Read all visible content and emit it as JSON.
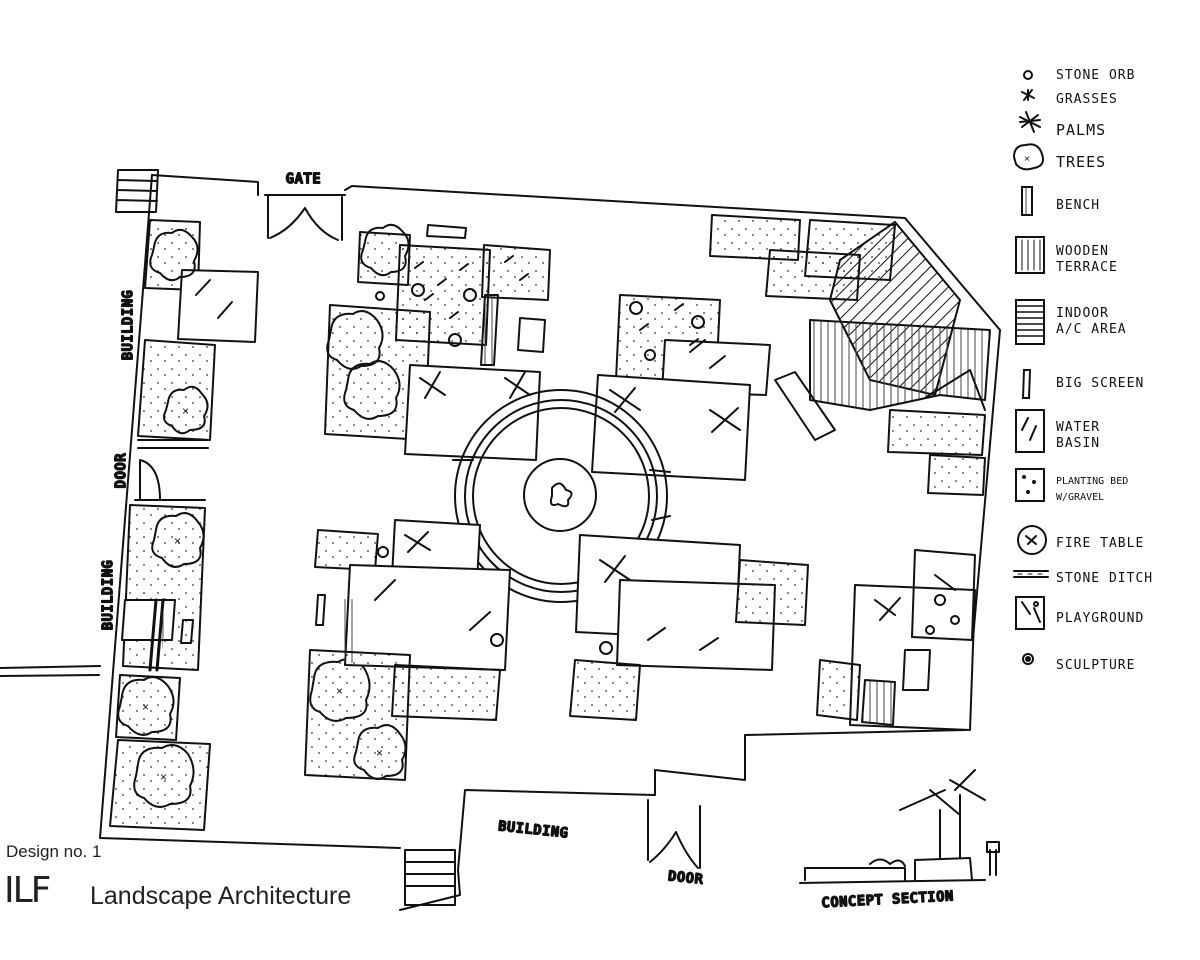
{
  "labels": {
    "gate": "GATE",
    "building_1": "BUILDING",
    "door_1": "DOOR",
    "building_2": "BUILDING",
    "building_3": "BUILDING",
    "door_2": "DOOR",
    "concept_section": "CONCEPT SECTION"
  },
  "legend": [
    {
      "icon": "stone-orb-icon",
      "label": "STONE ORB"
    },
    {
      "icon": "grasses-icon",
      "label": "GRASSES"
    },
    {
      "icon": "palms-icon",
      "label": "PALMS"
    },
    {
      "icon": "trees-icon",
      "label": "TREES"
    },
    {
      "icon": "bench-icon",
      "label": "BENCH"
    },
    {
      "icon": "wooden-terrace-icon",
      "label": "WOODEN",
      "label2": "TERRACE"
    },
    {
      "icon": "indoor-ac-icon",
      "label": "INDOOR",
      "label2": "A/C AREA"
    },
    {
      "icon": "big-screen-icon",
      "label": "BIG SCREEN"
    },
    {
      "icon": "water-basin-icon",
      "label": "WATER",
      "label2": "BASIN"
    },
    {
      "icon": "planting-bed-icon",
      "label": "PLANTING BED",
      "label2": "W/GRAVEL"
    },
    {
      "icon": "fire-table-icon",
      "label": "FIRE TABLE"
    },
    {
      "icon": "stone-ditch-icon",
      "label": "STONE DITCH"
    },
    {
      "icon": "playground-icon",
      "label": "PLAYGROUND"
    },
    {
      "icon": "sculpture-icon",
      "label": "SCULPTURE"
    }
  ],
  "footer": {
    "design_no": "Design no. 1",
    "brand": "ILF",
    "subtitle": "Landscape Architecture"
  }
}
